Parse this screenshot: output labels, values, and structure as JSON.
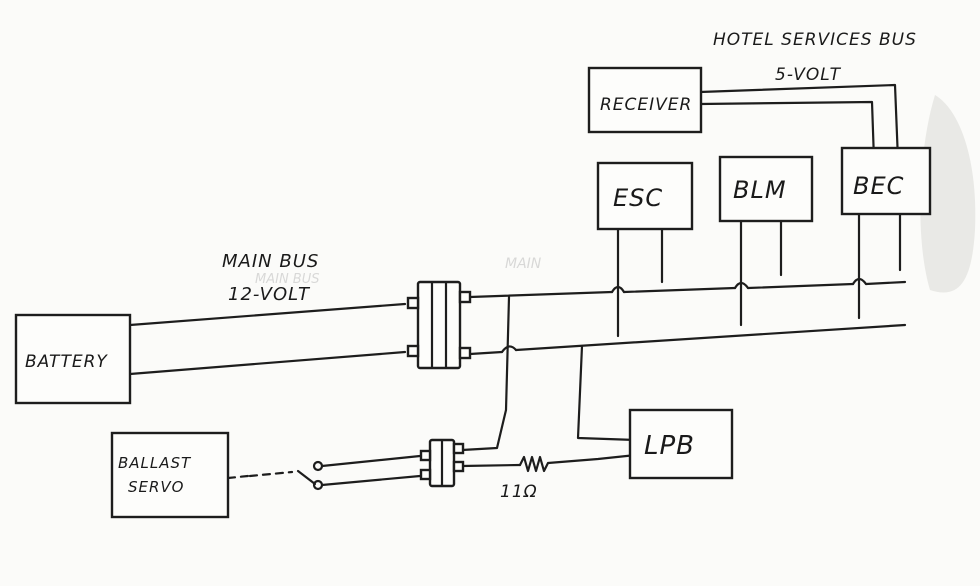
{
  "hotel_bus": {
    "title": "HOTEL SERVICES BUS",
    "voltage": "5-VOLT"
  },
  "main_bus": {
    "title": "MAIN BUS",
    "voltage": "12-VOLT"
  },
  "blocks": {
    "receiver": "RECEIVER",
    "esc": "ESC",
    "blm": "BLM",
    "bec": "BEC",
    "battery": "BATTERY",
    "ballast_servo_line1": "BALLAST",
    "ballast_servo_line2": "SERVO",
    "lpb": "LPB"
  },
  "resistor_value": "11Ω"
}
